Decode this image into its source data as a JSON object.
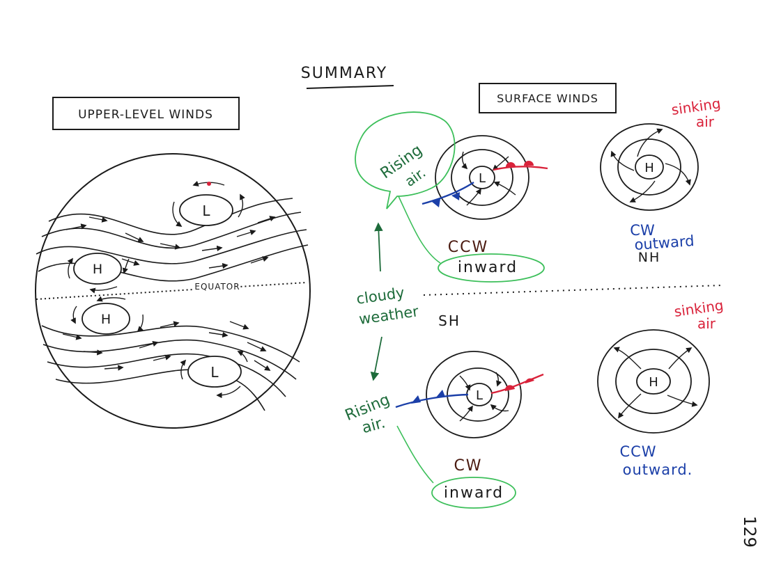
{
  "title": "SUMMARY",
  "upper_panel": {
    "label": "UPPER-LEVEL WINDS",
    "equator": "EQUATOR",
    "high": "H",
    "low": "L"
  },
  "surface_panel": {
    "label": "SURFACE WINDS",
    "high": "H",
    "low": "L",
    "nh_low": {
      "rotation": "CCW",
      "flow": "inward"
    },
    "nh_high": {
      "rotation": "CW",
      "flow": "outward",
      "hemisphere": "NH"
    },
    "sh_label": "SH",
    "sh_low": {
      "rotation": "CW",
      "flow": "inward"
    },
    "sh_high": {
      "rotation": "CCW",
      "flow": "outward."
    },
    "rising_air_top": [
      "Rising",
      "air."
    ],
    "rising_air_bottom": [
      "Rising",
      "air."
    ],
    "sinking_air_top": [
      "sinking",
      "air"
    ],
    "sinking_air_bottom": [
      "sinking",
      "air"
    ],
    "cloudy_weather": [
      "cloudy",
      "weather"
    ]
  },
  "page_number": "129",
  "colors": {
    "ink": "#1a1a1a",
    "green": "#1d6b3a",
    "light_green": "#3cbf5a",
    "red": "#d9223a",
    "blue": "#1b3fa8"
  }
}
